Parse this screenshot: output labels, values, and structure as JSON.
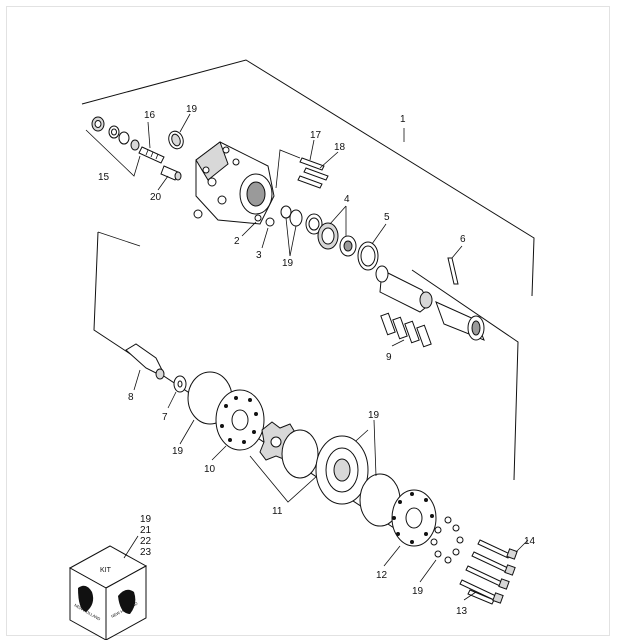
{
  "callouts": [
    {
      "id": "c1",
      "text": "1"
    },
    {
      "id": "c2",
      "text": "2"
    },
    {
      "id": "c3",
      "text": "3"
    },
    {
      "id": "c4",
      "text": "4"
    },
    {
      "id": "c5",
      "text": "5"
    },
    {
      "id": "c6",
      "text": "6"
    },
    {
      "id": "c7",
      "text": "7"
    },
    {
      "id": "c8",
      "text": "8"
    },
    {
      "id": "c9",
      "text": "9"
    },
    {
      "id": "c10",
      "text": "10"
    },
    {
      "id": "c11",
      "text": "11"
    },
    {
      "id": "c12",
      "text": "12"
    },
    {
      "id": "c13",
      "text": "13"
    },
    {
      "id": "c14",
      "text": "14"
    },
    {
      "id": "c15",
      "text": "15"
    },
    {
      "id": "c16",
      "text": "16"
    },
    {
      "id": "c17",
      "text": "17"
    },
    {
      "id": "c18",
      "text": "18"
    },
    {
      "id": "c19a",
      "text": "19"
    },
    {
      "id": "c19b",
      "text": "19"
    },
    {
      "id": "c19c",
      "text": "19"
    },
    {
      "id": "c19d",
      "text": "19"
    },
    {
      "id": "c19e",
      "text": "19"
    },
    {
      "id": "c20",
      "text": "20"
    }
  ],
  "kit": {
    "items": [
      "19",
      "21",
      "22",
      "23"
    ],
    "label": "KIT",
    "brand": "NEW HOLLAND"
  }
}
